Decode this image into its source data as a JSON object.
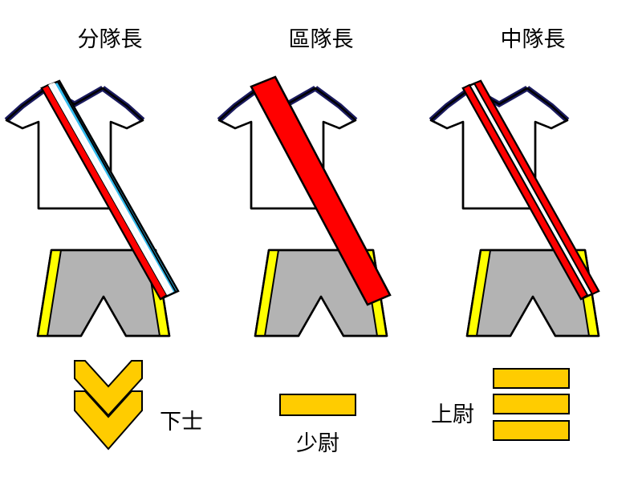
{
  "titles": {
    "left": "分隊長",
    "center": "區隊長",
    "right": "中隊長"
  },
  "ranks": {
    "left": "下士",
    "center": "少尉",
    "right": "上尉"
  },
  "colors": {
    "shirt": "#ffffff",
    "collar": "#1a1a5e",
    "shorts": "#b3b3b3",
    "shorts_stripe": "#ffff00",
    "sash_red": "#ff0000",
    "sash_blue": "#33bbee",
    "sash_white": "#ffffff",
    "insignia": "#ffcc00",
    "outline": "#000000"
  },
  "insignia": {
    "left": {
      "shape": "chevron",
      "count": 2
    },
    "center": {
      "shape": "bar",
      "count": 1
    },
    "right": {
      "shape": "bar",
      "count": 3
    }
  },
  "sashes": {
    "left": [
      "red",
      "white",
      "blue"
    ],
    "center": [
      "red"
    ],
    "right": [
      "red",
      "white",
      "red"
    ]
  }
}
